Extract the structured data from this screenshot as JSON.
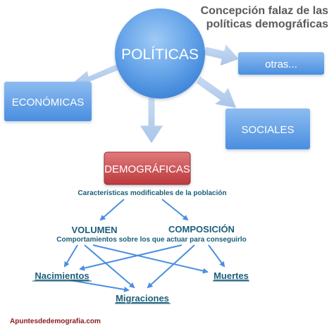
{
  "title": {
    "line1": "Concepción falaz de las",
    "line2": "políticas demográficas"
  },
  "nodes": {
    "politicas": "POLÍTICAS",
    "otras": "otras...",
    "economicas": "ECONÓMICAS",
    "sociales": "SOCIALES",
    "demograficas": "DEMOGRÁFICAS"
  },
  "texts": {
    "caracteristicas": "Características modificables de la población",
    "volumen": "VOLUMEN",
    "composicion": "COMPOSICIÓN",
    "comportamientos": "Comportamientos sobre los que actuar para conseguirlo",
    "nacimientos": "Nacimientos",
    "muertes": "Muertes",
    "migraciones": "Migraciones"
  },
  "footer": "Apuntesdedemografia.com",
  "colors": {
    "blue_node": "#5b9be0",
    "red_node": "#c9474a",
    "dark_text": "#1b5e7a",
    "line_blue": "#4a8fe0",
    "footer": "#8b1a1a"
  }
}
